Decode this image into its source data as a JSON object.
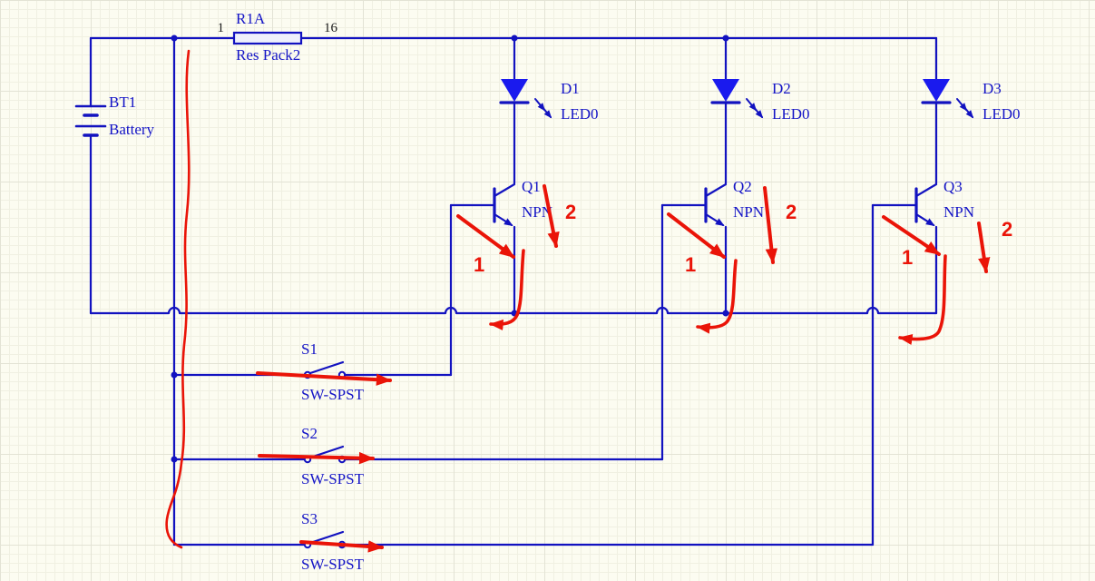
{
  "colors": {
    "wire": "#1212c0",
    "text": "#1414c6",
    "led": "#1a1aee",
    "red": "#ea1408",
    "pin": "#1c1c1c",
    "bg": "#fcfcf1",
    "grid-minor": "#f0f0e2",
    "grid-major": "#e3e3d5"
  },
  "schematic": {
    "battery": {
      "designator": "BT1",
      "part": "Battery"
    },
    "resistor": {
      "designator": "R1A",
      "part": "Res Pack2",
      "pin_left": "1",
      "pin_right": "16"
    },
    "leds": [
      {
        "designator": "D1",
        "part": "LED0"
      },
      {
        "designator": "D2",
        "part": "LED0"
      },
      {
        "designator": "D3",
        "part": "LED0"
      }
    ],
    "transistors": [
      {
        "designator": "Q1",
        "part": "NPN"
      },
      {
        "designator": "Q2",
        "part": "NPN"
      },
      {
        "designator": "Q3",
        "part": "NPN"
      }
    ],
    "switches": [
      {
        "designator": "S1",
        "part": "SW-SPST"
      },
      {
        "designator": "S2",
        "part": "SW-SPST"
      },
      {
        "designator": "S3",
        "part": "SW-SPST"
      }
    ]
  },
  "annotations": {
    "ones": [
      "1",
      "1",
      "1"
    ],
    "twos": [
      "2",
      "2",
      "2"
    ]
  }
}
